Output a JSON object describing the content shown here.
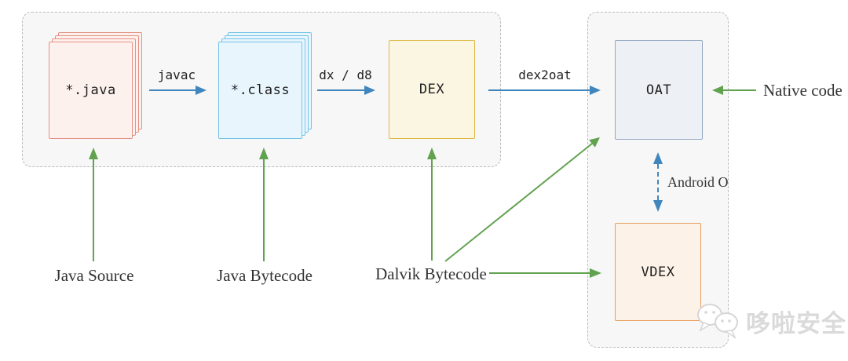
{
  "colors": {
    "arrow_green": "#61a24f",
    "arrow_blue": "#4086bd",
    "group_bg": "#f7f7f7",
    "group_border": "#bbbbbb",
    "java_card_fill": "#fdf1ee",
    "java_card_border": "#e79084",
    "class_card_fill": "#e8f5fd",
    "class_card_border": "#72c3e8",
    "dex_fill": "#fbf6e2",
    "dex_border": "#dfb842",
    "oat_fill": "#edf0f5",
    "oat_border": "#92a7bf",
    "vdex_fill": "#fdf2e8",
    "vdex_border": "#e8a05c"
  },
  "boxes": {
    "java": {
      "label": "*.java"
    },
    "class": {
      "label": "*.class"
    },
    "dex": {
      "label": "DEX"
    },
    "oat": {
      "label": "OAT"
    },
    "vdex": {
      "label": "VDEX"
    }
  },
  "arrow_labels": {
    "javac": "javac",
    "dx_d8": "dx / d8",
    "dex2oat": "dex2oat",
    "android_o": "Android O"
  },
  "annotations": {
    "java_source": "Java Source",
    "java_bytecode": "Java Bytecode",
    "dalvik_bytecode": "Dalvik Bytecode",
    "native_code": "Native code"
  },
  "watermark": {
    "text": "哆啦安全"
  }
}
